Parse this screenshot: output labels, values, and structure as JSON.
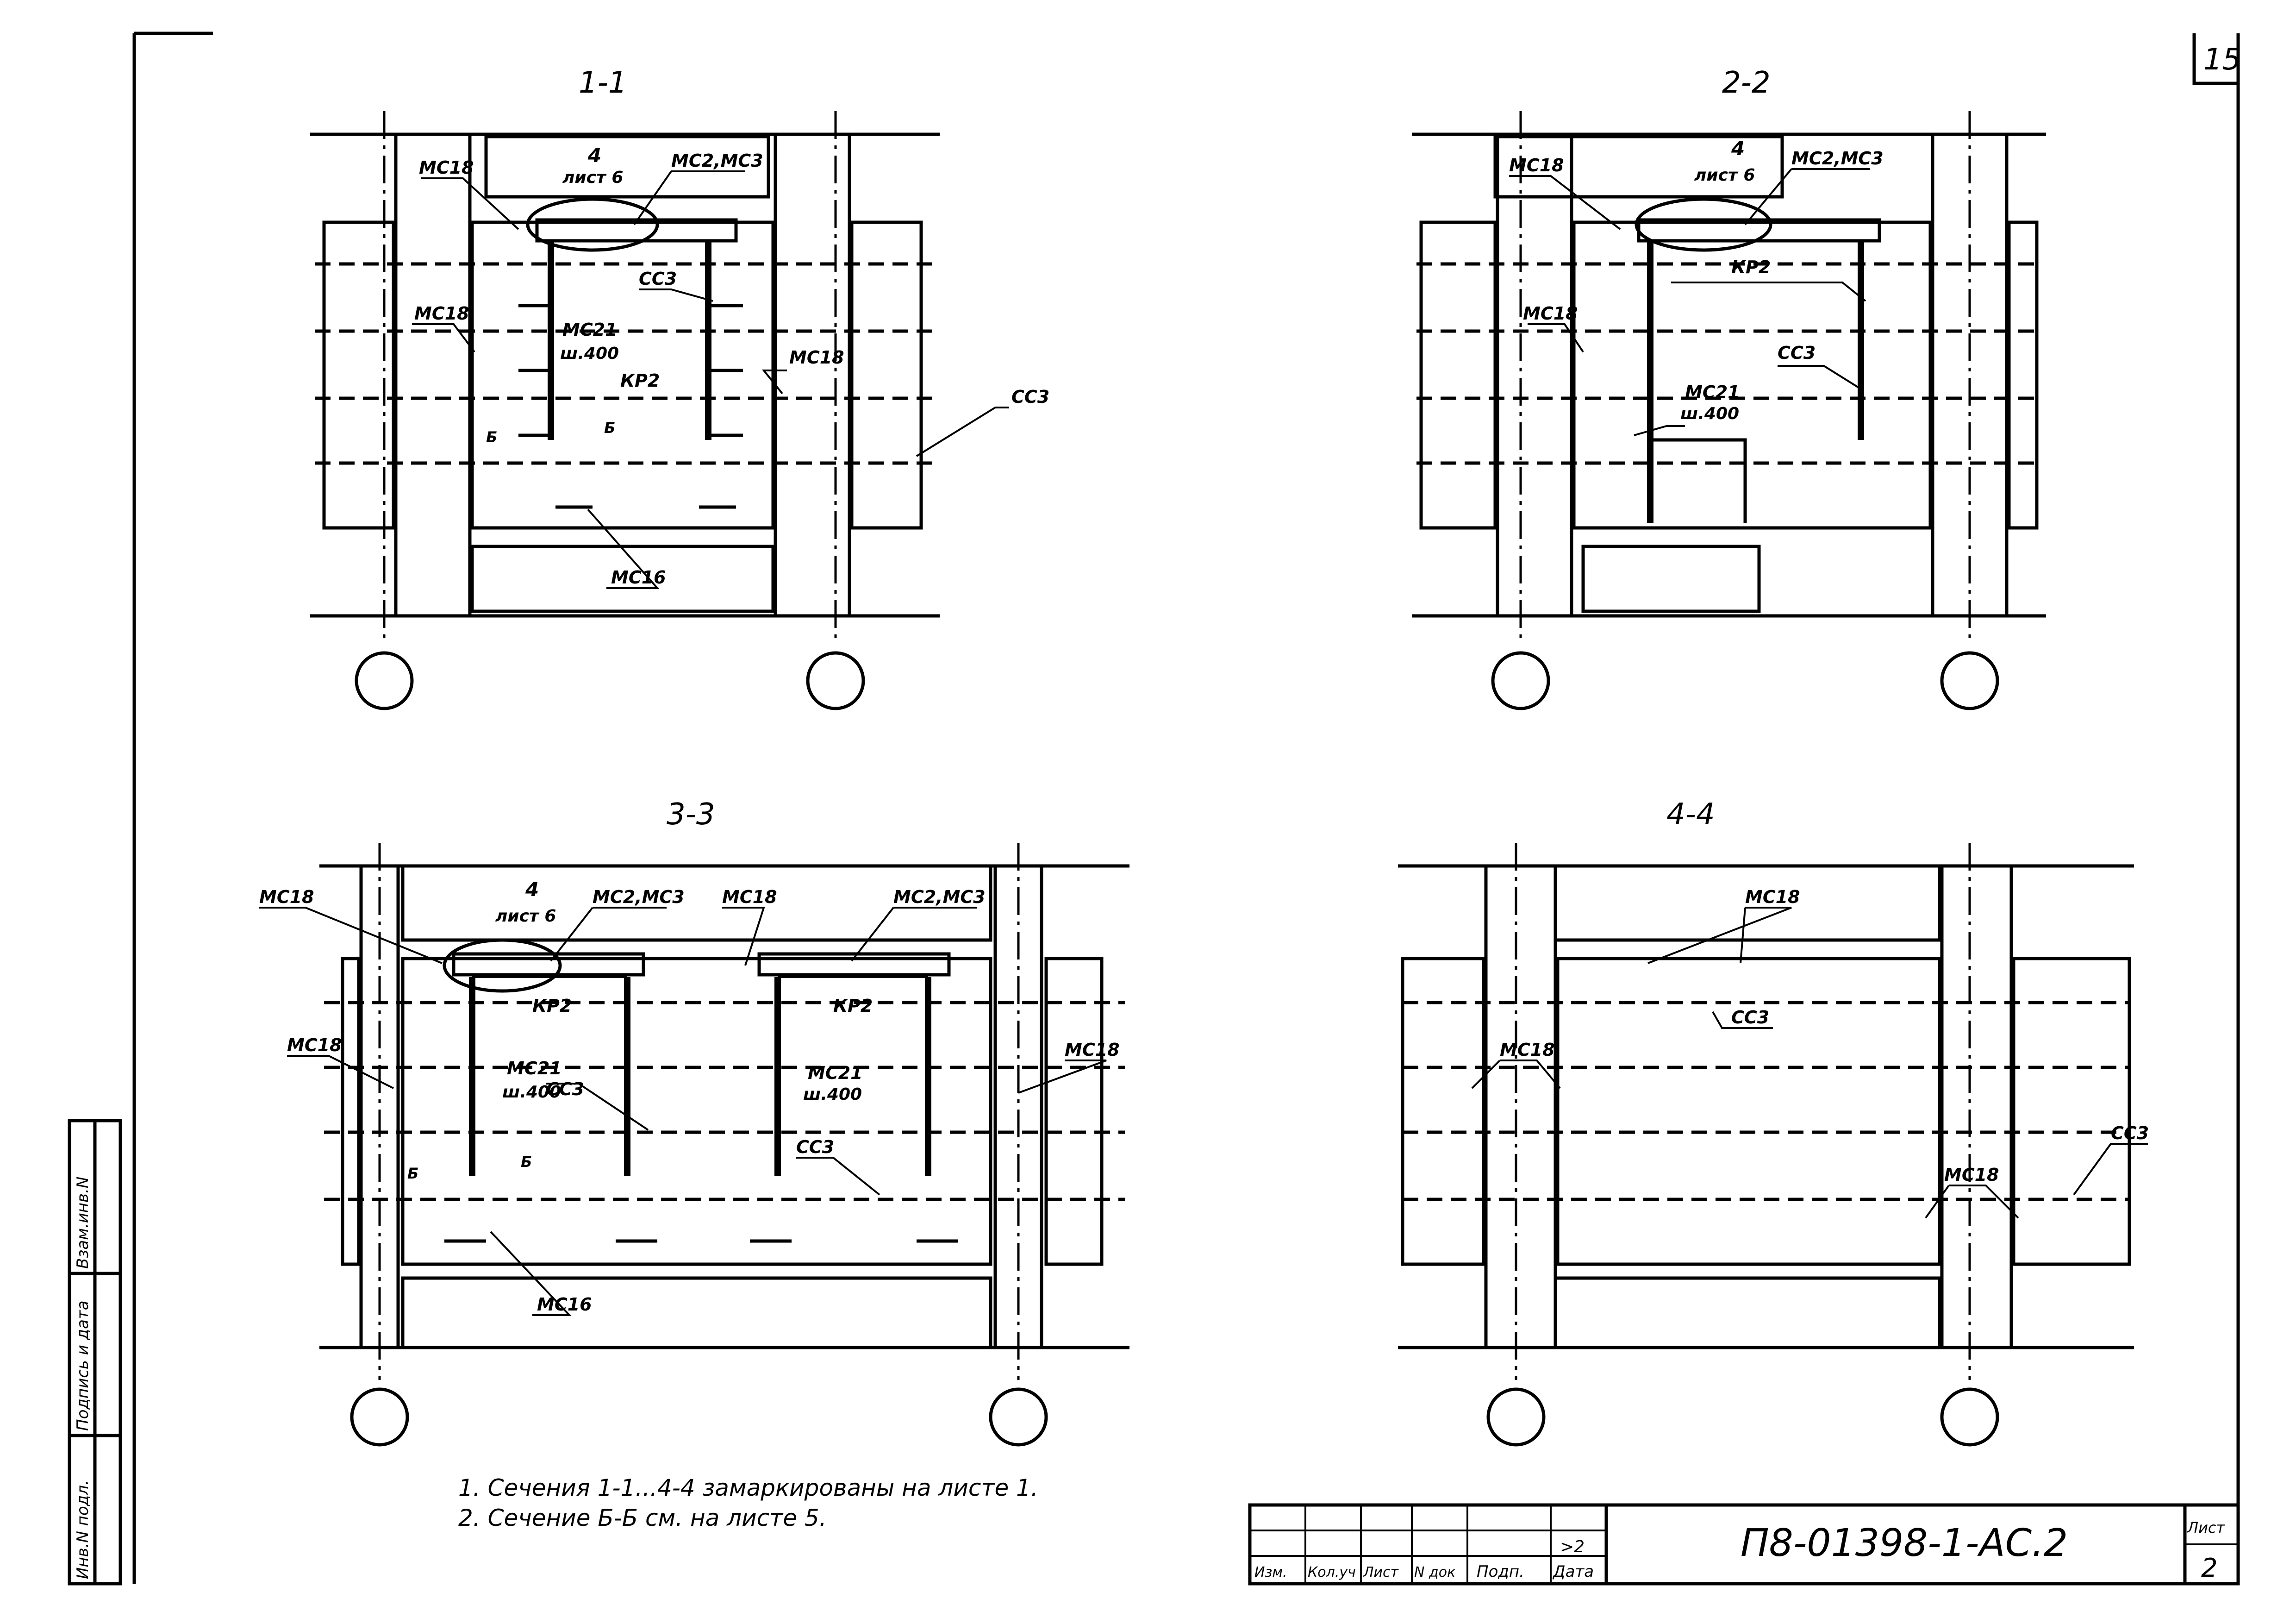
{
  "sheet_number_corner": "15",
  "sections": {
    "s1": {
      "title": "1-1",
      "labels": {
        "mc18_top": "МС18",
        "node_num": "4",
        "node_sheet": "лист 6",
        "mc2mc3": "МС2,МС3",
        "mc18_left": "МС18",
        "cc3_inner": "СС3",
        "mc21": "МС21",
        "mc21_step": "ш.400",
        "kp2": "КР2",
        "mc18_right": "МС18",
        "cc3_right": "СС3",
        "b_left": "Б",
        "b_right": "Б",
        "mc16": "МС16"
      }
    },
    "s2": {
      "title": "2-2",
      "labels": {
        "mc18_top": "МС18",
        "node_num": "4",
        "node_sheet": "лист 6",
        "mc2mc3": "МС2,МС3",
        "kp2": "КР2",
        "mc18_left": "МС18",
        "cc3": "СС3",
        "mc21": "МС21",
        "mc21_step": "ш.400"
      }
    },
    "s3": {
      "title": "3-3",
      "labels": {
        "mc18_tl": "МС18",
        "node_num": "4",
        "node_sheet": "лист 6",
        "mc2mc3_a": "МС2,МС3",
        "mc18_tm": "МС18",
        "mc2mc3_b": "МС2,МС3",
        "kp2_a": "КР2",
        "kp2_b": "КР2",
        "mc18_left": "МС18",
        "mc21_a": "МС21",
        "mc21_a_step": "ш.400",
        "cc3_a": "СС3",
        "mc21_b": "МС21",
        "mc21_b_step": "ш.400",
        "mc18_right": "МС18",
        "cc3_b": "СС3",
        "b_left": "Б",
        "b_right": "Б",
        "mc16": "МС16"
      }
    },
    "s4": {
      "title": "4-4",
      "labels": {
        "mc18_top": "МС18",
        "cc3_inner": "СС3",
        "mc18_left": "МС18",
        "cc3_right": "СС3",
        "mc18_right": "МС18"
      }
    }
  },
  "notes": [
    "1. Сечения 1-1...4-4 замаркированы на листе 1.",
    "2. Сечение Б-Б см. на листе  5."
  ],
  "side_stamp": {
    "cell1": "Взам.инв.N",
    "cell2": "Подпись и дата",
    "cell3": "Инв.N подл."
  },
  "title_block": {
    "code": "П8-01398-1-АС.2",
    "sheet_label": "Лист",
    "sheet_value": "2",
    "marker": ">2",
    "columns": [
      "Изм.",
      "Кол.уч",
      "Лист",
      "N док",
      "Подп.",
      "Дата"
    ]
  }
}
